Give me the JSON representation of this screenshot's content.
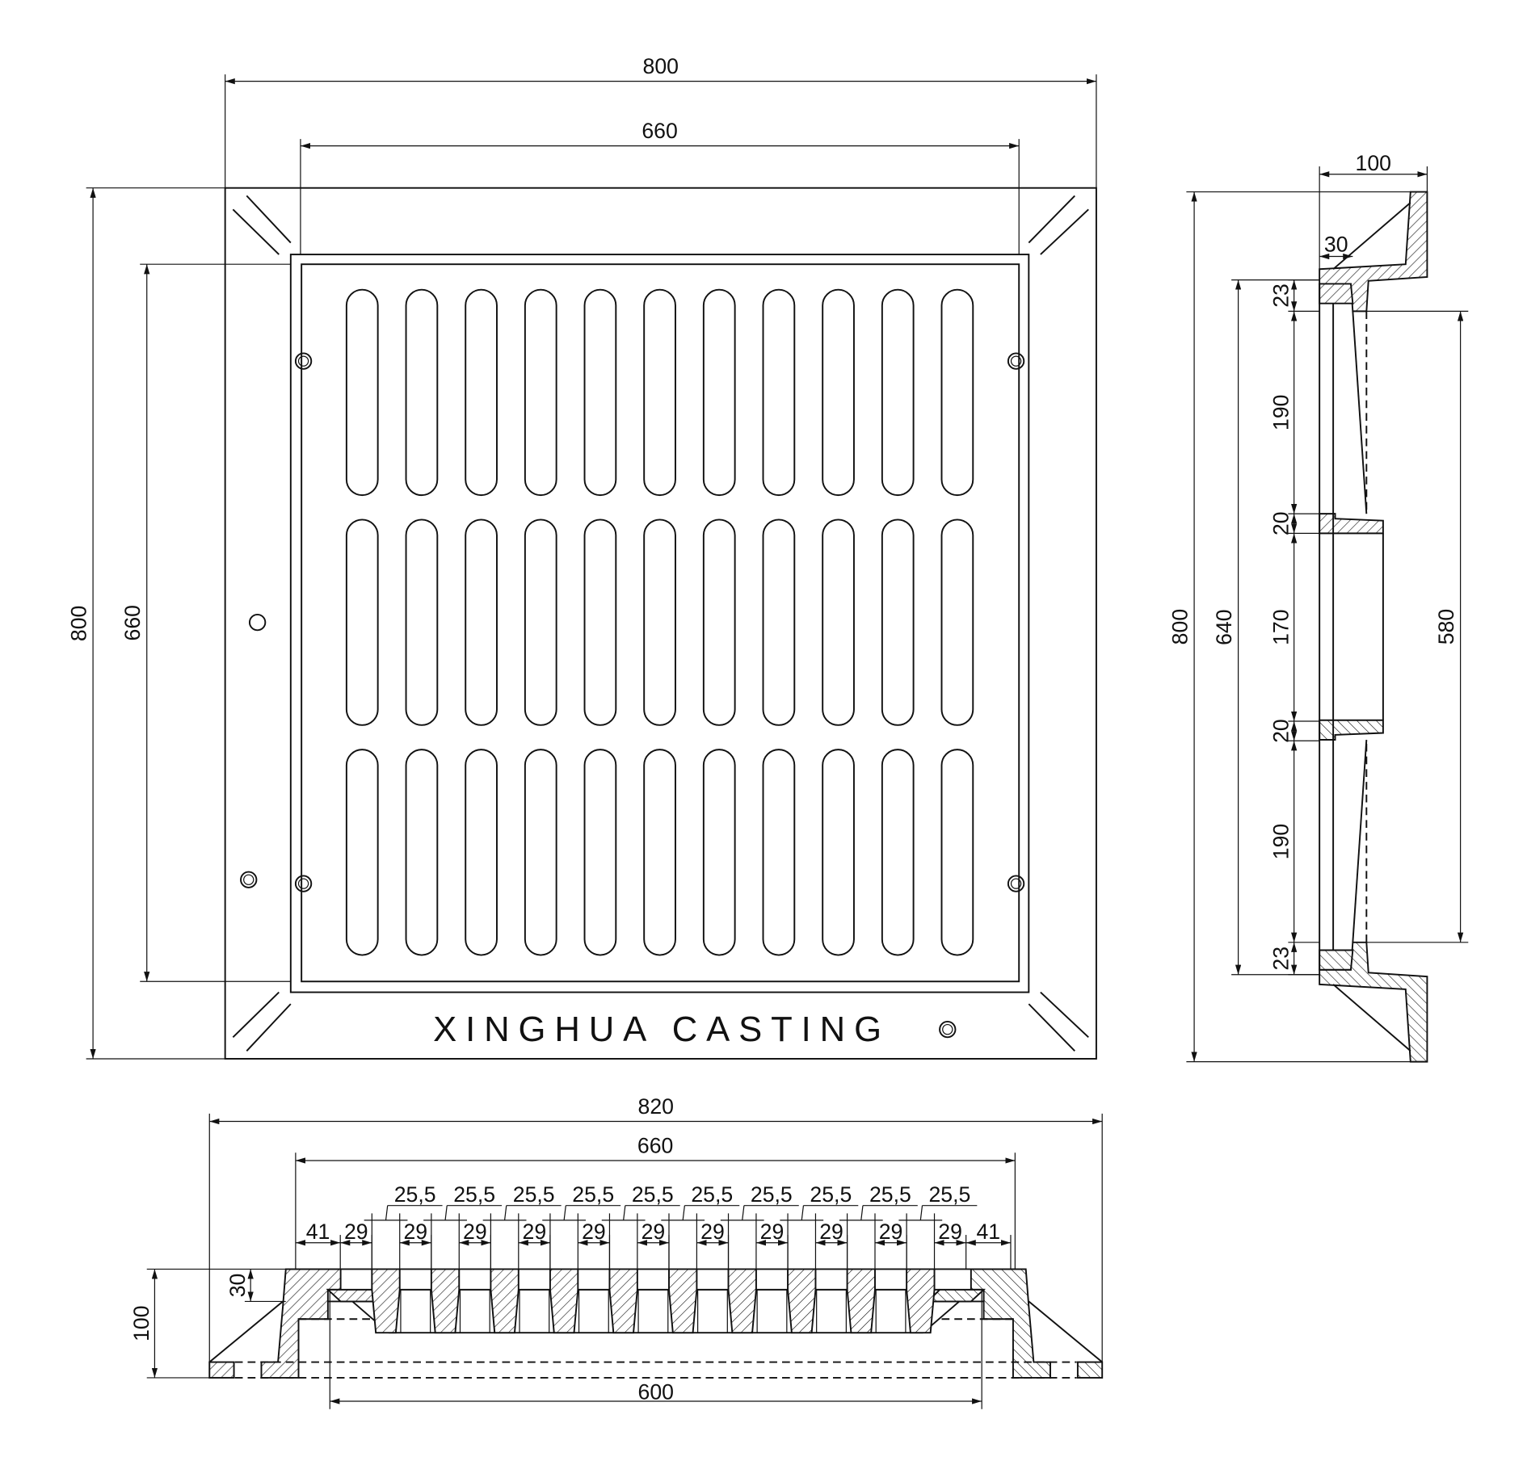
{
  "title_mark": "XINGHUA CASTING",
  "top_view": {
    "dims": {
      "width_outer": "800",
      "width_inner": "660",
      "height_outer": "800",
      "height_inner": "660"
    },
    "slot_columns": 11,
    "slot_rows": 3
  },
  "side_view": {
    "dims": {
      "depth": "100",
      "seat": "30",
      "overall": "800",
      "clear": "640",
      "opening": "580",
      "chain": [
        "23",
        "190",
        "20",
        "170",
        "20",
        "190",
        "23"
      ]
    }
  },
  "section_view": {
    "dims": {
      "overall": "820",
      "inner": "660",
      "opening": "600",
      "height": "100",
      "seat": "30",
      "rib_widths": [
        "25,5",
        "25,5",
        "25,5",
        "25,5",
        "25,5",
        "25,5",
        "25,5",
        "25,5",
        "25,5",
        "25,5"
      ],
      "chain": [
        "41",
        "29",
        "29",
        "29",
        "29",
        "29",
        "29",
        "29",
        "29",
        "29",
        "29",
        "29",
        "41"
      ]
    }
  },
  "colors": {
    "line": "#111111",
    "background": "#ffffff"
  }
}
